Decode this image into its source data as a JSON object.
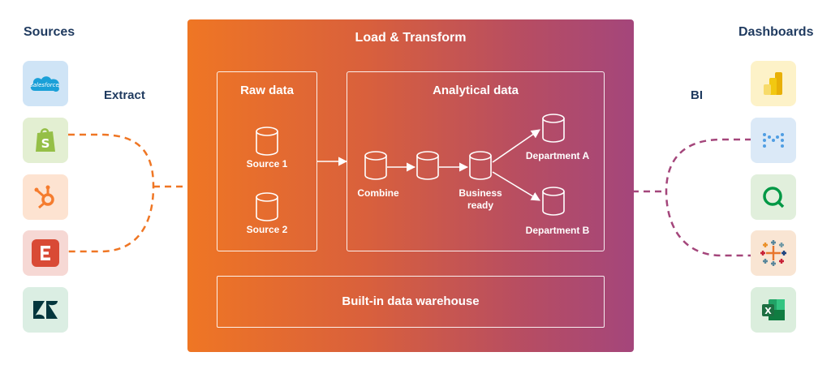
{
  "sources": {
    "title": "Sources",
    "items": [
      {
        "name": "salesforce",
        "label": "salesforce",
        "bg": "#cfe4f6",
        "color": "#1ba0d8"
      },
      {
        "name": "shopify",
        "bg": "#e3efd2",
        "color": "#95bf47"
      },
      {
        "name": "hubspot",
        "bg": "#fde3d1",
        "color": "#f57c2e"
      },
      {
        "name": "eventbrite",
        "bg": "#f6d8d4",
        "color": "#d94a35"
      },
      {
        "name": "zendesk",
        "bg": "#dbeee3",
        "color": "#03363d"
      }
    ]
  },
  "edges": {
    "extract": "Extract",
    "bi": "BI"
  },
  "main": {
    "title": "Load & Transform",
    "raw": {
      "title": "Raw data",
      "source1": "Source 1",
      "source2": "Source 2"
    },
    "analytical": {
      "title": "Analytical data",
      "combine": "Combine",
      "business_line1": "Business",
      "business_line2": "ready",
      "dept_a": "Department A",
      "dept_b": "Department B"
    },
    "warehouse": "Built-in data warehouse"
  },
  "dashboards": {
    "title": "Dashboards",
    "items": [
      {
        "name": "powerbi",
        "bg": "#fdf2c8",
        "color": "#f2c811"
      },
      {
        "name": "metabase",
        "bg": "#dbe9f7",
        "color": "#509ee3"
      },
      {
        "name": "qlik",
        "bg": "#e1efdc",
        "color": "#009845"
      },
      {
        "name": "tableau",
        "bg": "#f9e5d3",
        "color": "#e8762d"
      },
      {
        "name": "excel",
        "bg": "#dbeedd",
        "color": "#1d6f42",
        "label": "X"
      }
    ]
  },
  "colors": {
    "extract_line": "#ef7624",
    "bi_line": "#a4467b"
  }
}
